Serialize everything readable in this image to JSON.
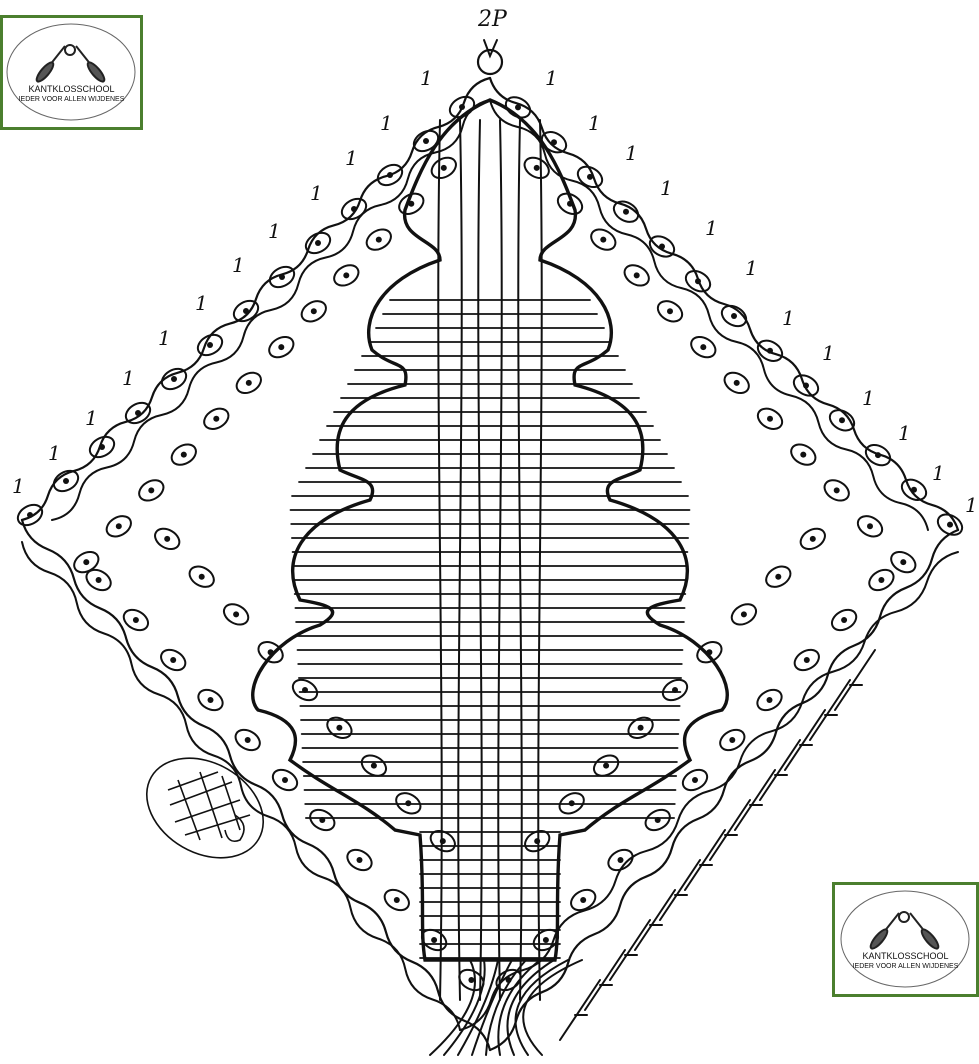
{
  "pattern": {
    "top_label": "2P",
    "pair_marker": "1",
    "ink_color": "#111111"
  },
  "logo": {
    "line1": "KANTKLOSSCHOOL",
    "line2": "IEDER VOOR ALLEN WIJDENES",
    "border_color": "#4b7f2e",
    "icon": "crossed-bobbins-icon"
  }
}
